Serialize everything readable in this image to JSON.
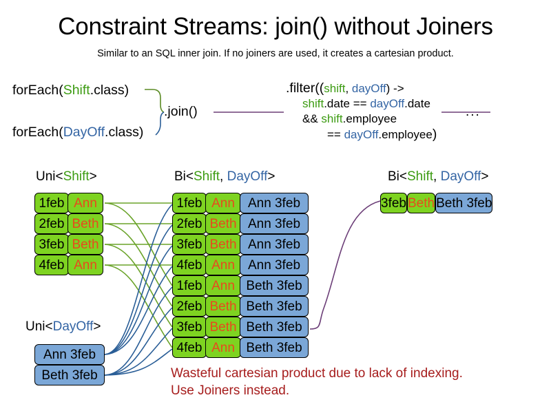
{
  "header": {
    "title": "Constraint Streams: join() without Joiners",
    "subtitle": "Similar to an SQL inner join. If no joiners are used, it creates a cartesian product."
  },
  "code": {
    "foreach_shift": {
      "prefix": "forEach(",
      "type": "Shift",
      "suffix": ".class)"
    },
    "foreach_dayoff": {
      "prefix": "forEach(",
      "type": "DayOff",
      "suffix": ".class)"
    },
    "join_label": ".join()",
    "ellipsis": "...",
    "filter": {
      "line1_a": ".filter((",
      "line1_shift": "shift",
      "line1_comma": ", ",
      "line1_dayoff": "dayOff",
      "line1_b": ") ->",
      "line2_shift": "shift",
      "line2_a": ".date == ",
      "line2_dayoff": "dayOff",
      "line2_b": ".date",
      "line3_a": "&& ",
      "line3_shift": "shift",
      "line3_b": ".employee",
      "line4_a": "== ",
      "line4_dayoff": "dayOff",
      "line4_b": ".employee",
      "line4_close": ")"
    }
  },
  "captions": {
    "uni_shift": {
      "prefix": "Uni<",
      "type": "Shift",
      "suffix": ">"
    },
    "bi_middle": {
      "prefix": "Bi<",
      "type1": "Shift",
      "sep": ", ",
      "type2": "DayOff",
      "suffix": ">"
    },
    "bi_right": {
      "prefix": "Bi<",
      "type1": "Shift",
      "sep": ", ",
      "type2": "DayOff",
      "suffix": ">"
    },
    "uni_dayoff": {
      "prefix": "Uni<",
      "type": "DayOff",
      "suffix": ">"
    }
  },
  "shift_facts": [
    {
      "date": "1feb",
      "name": "Ann"
    },
    {
      "date": "2feb",
      "name": "Beth"
    },
    {
      "date": "3feb",
      "name": "Beth"
    },
    {
      "date": "4feb",
      "name": "Ann"
    }
  ],
  "dayoff_facts": [
    {
      "label": "Ann 3feb"
    },
    {
      "label": "Beth 3feb"
    }
  ],
  "bi_tuples": [
    {
      "date": "1feb",
      "name": "Ann",
      "dayoff": "Ann 3feb"
    },
    {
      "date": "2feb",
      "name": "Beth",
      "dayoff": "Ann 3feb"
    },
    {
      "date": "3feb",
      "name": "Beth",
      "dayoff": "Ann 3feb"
    },
    {
      "date": "4feb",
      "name": "Ann",
      "dayoff": "Ann 3feb"
    },
    {
      "date": "1feb",
      "name": "Ann",
      "dayoff": "Beth 3feb"
    },
    {
      "date": "2feb",
      "name": "Beth",
      "dayoff": "Beth 3feb"
    },
    {
      "date": "3feb",
      "name": "Beth",
      "dayoff": "Beth 3feb"
    },
    {
      "date": "4feb",
      "name": "Ann",
      "dayoff": "Beth 3feb"
    }
  ],
  "result_tuple": {
    "date": "3feb",
    "name": "Beth",
    "dayoff": "Beth 3feb"
  },
  "warning": {
    "line1": "Wasteful cartesian product due to lack of indexing.",
    "line2": "Use Joiners instead."
  },
  "colors": {
    "shift_green": "#7ed321",
    "dayoff_blue": "#7ba7d7",
    "shift_text_green": "#3c9b12",
    "dayoff_text_blue": "#3465a4",
    "name_orange": "#e8491d",
    "warning_red": "#a61c1c",
    "connector_green": "#6aa329",
    "connector_blue": "#2a5e97",
    "connector_purple": "#6b3d77"
  }
}
